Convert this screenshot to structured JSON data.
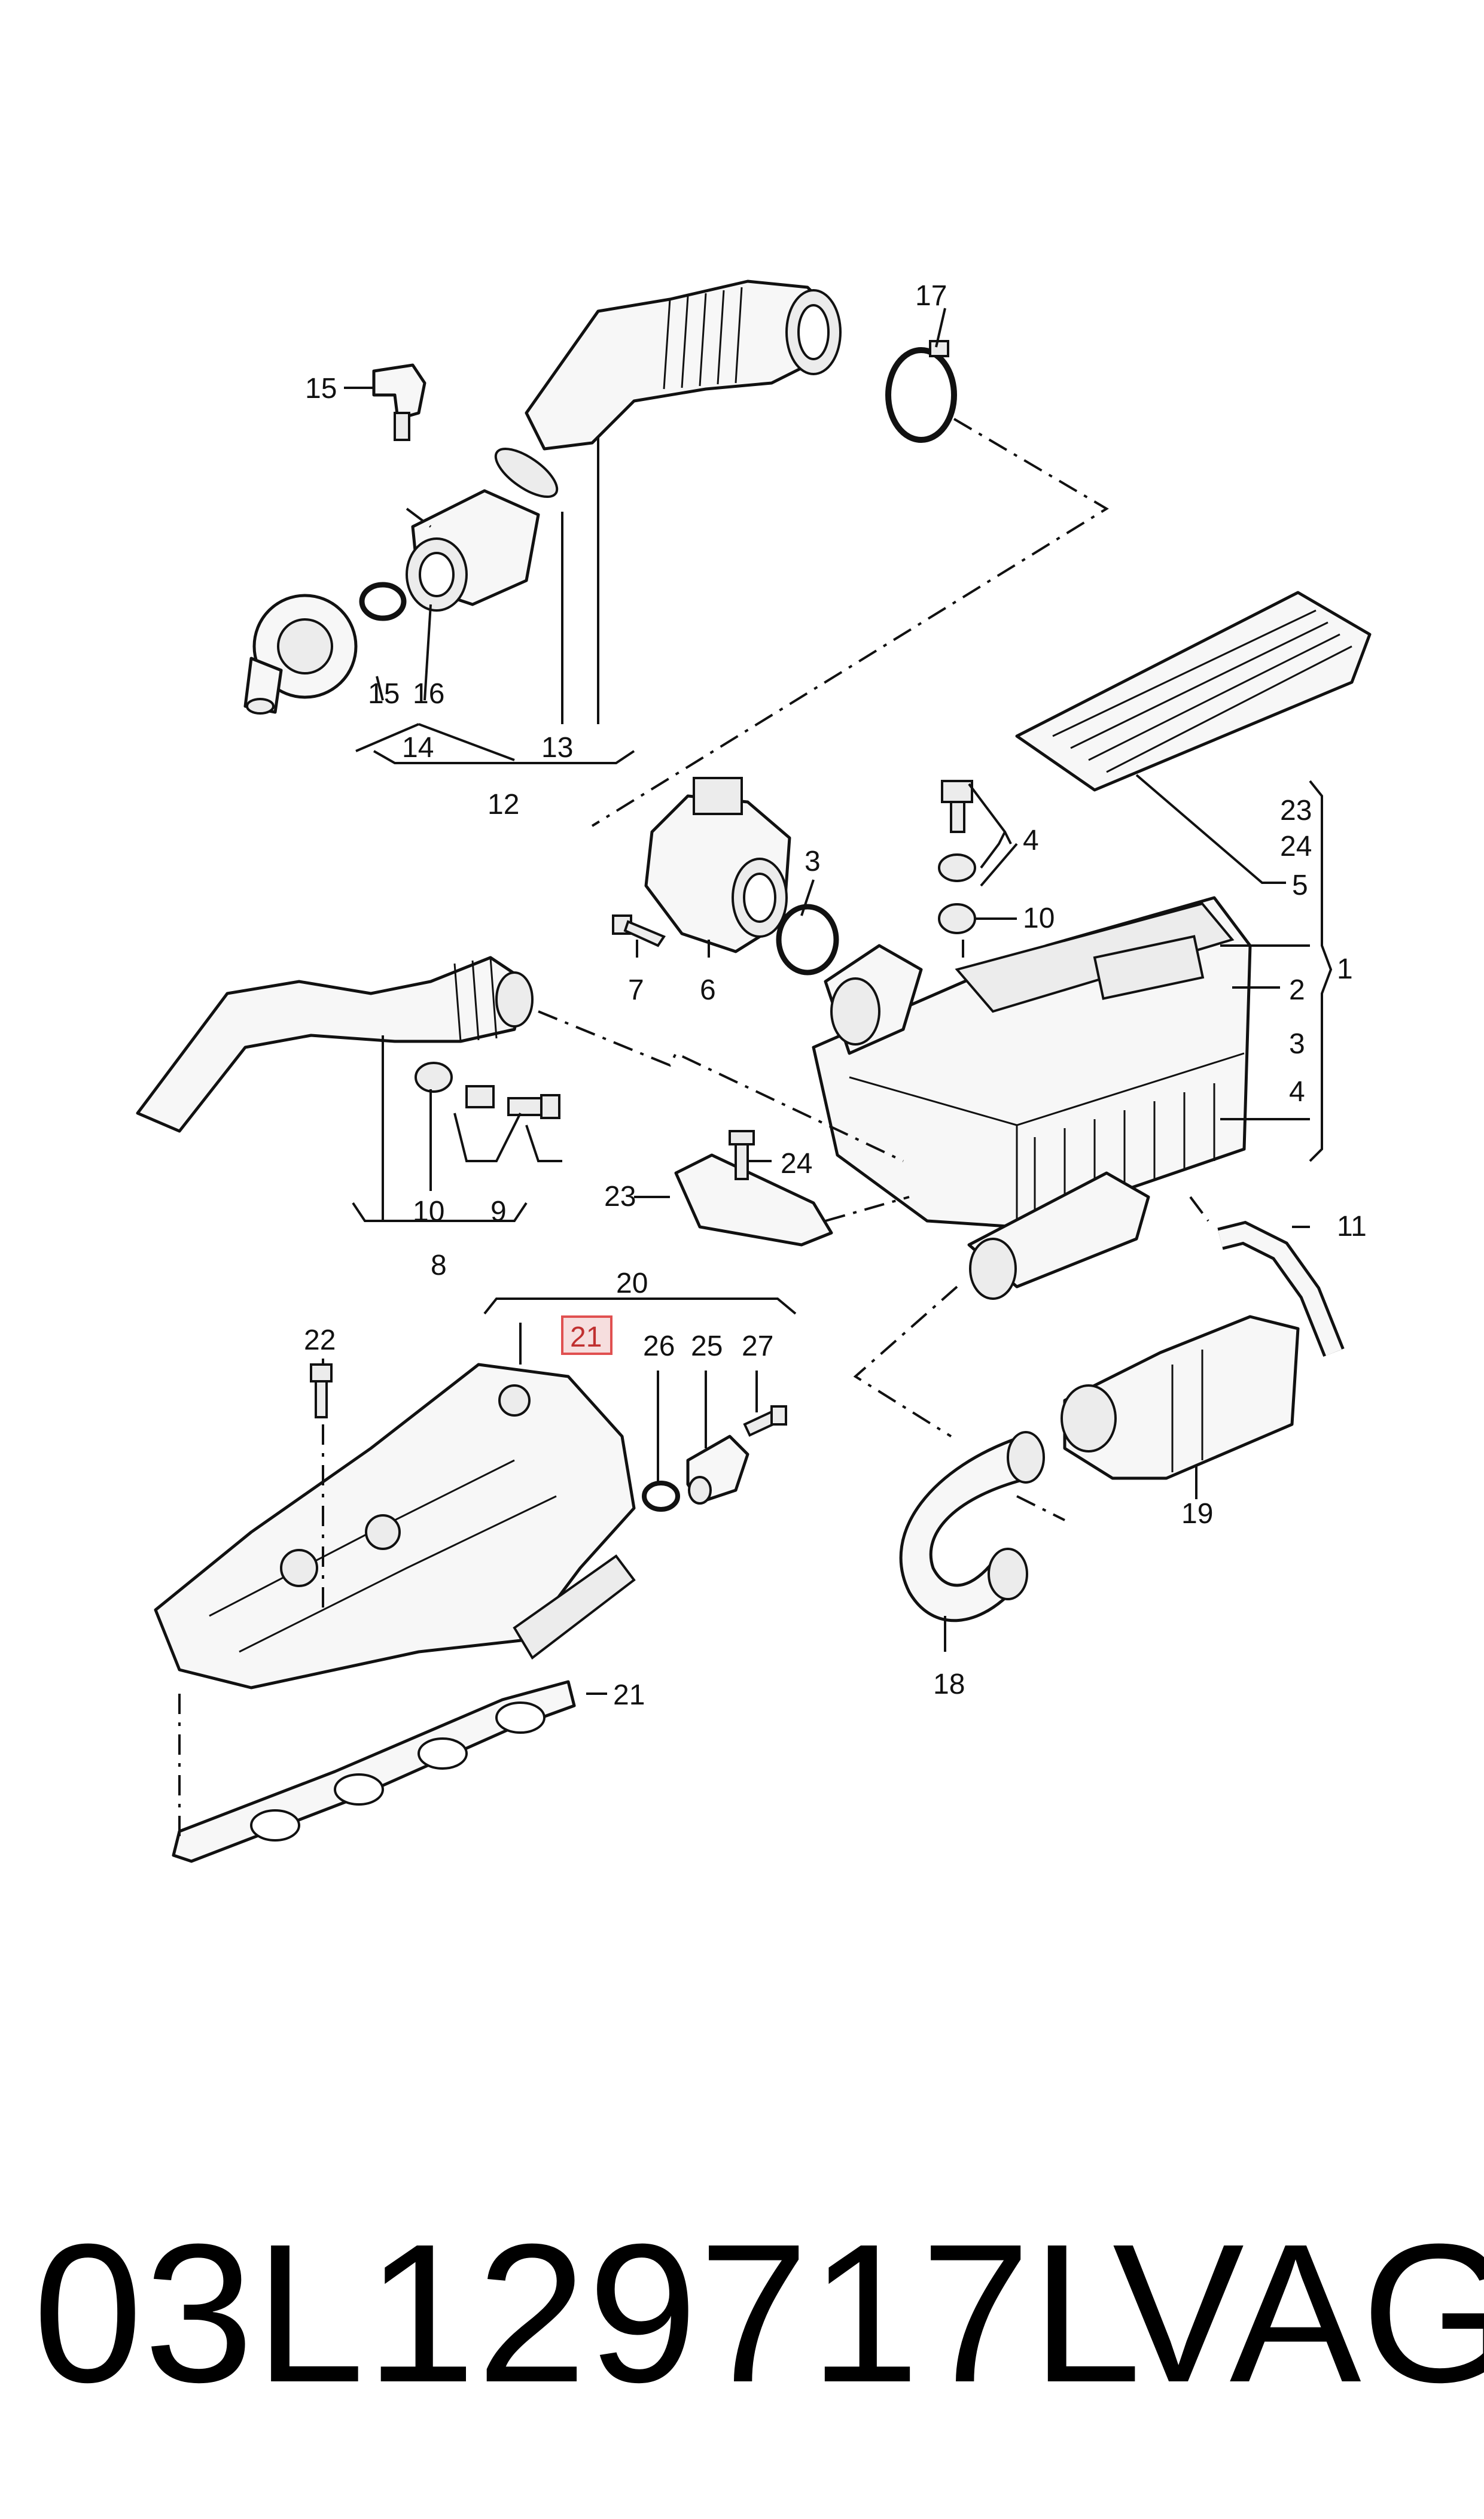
{
  "callouts": {
    "c1": "1",
    "c2": "2",
    "c3a": "3",
    "c3b": "3",
    "c4a": "4",
    "c4b": "4",
    "c5": "5",
    "c6": "6",
    "c7": "7",
    "c8": "8",
    "c9": "9",
    "c10a": "10",
    "c10b": "10",
    "c11": "11",
    "c12": "12",
    "c13": "13",
    "c14": "14",
    "c15a": "15",
    "c15b": "15",
    "c16": "16",
    "c17": "17",
    "c18": "18",
    "c19": "19",
    "c20": "20",
    "c21a": "21",
    "c21b": "21",
    "c22": "22",
    "c23a": "23",
    "c23b": "23",
    "c24a": "24",
    "c24b": "24",
    "c25": "25",
    "c26": "26",
    "c27": "27"
  },
  "highlight": {
    "color": "#e05050",
    "fill": "#f6dede",
    "label": "21"
  },
  "footer": {
    "part_number": "03L129717L",
    "brand": "VAG"
  }
}
